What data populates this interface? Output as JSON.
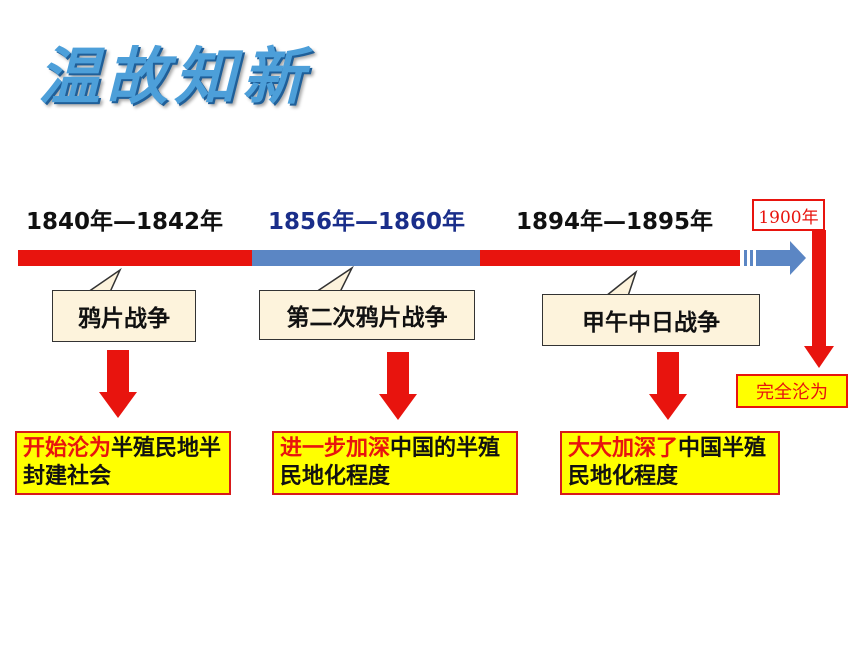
{
  "title": "温故知新",
  "timeline": [
    {
      "years": "1840年—1842年",
      "event": "鸦片战争",
      "result_highlight": "开始沦为",
      "result_rest": "半殖民地半封建社会"
    },
    {
      "years": "1856年—1860年",
      "event": "第二次鸦片战争",
      "result_highlight": "进一步加深",
      "result_rest": "中国的半殖民地化程度"
    },
    {
      "years": "1894年—1895年",
      "event": "甲午中日战争",
      "result_highlight": "大大加深了",
      "result_rest": "中国半殖民地化程度"
    }
  ],
  "final": {
    "year": "1900年",
    "result": "完全沦为"
  },
  "colors": {
    "red": "#e8140e",
    "blue": "#5b86c4",
    "yellow": "#ffff00",
    "bubble": "#fdf3dc"
  }
}
